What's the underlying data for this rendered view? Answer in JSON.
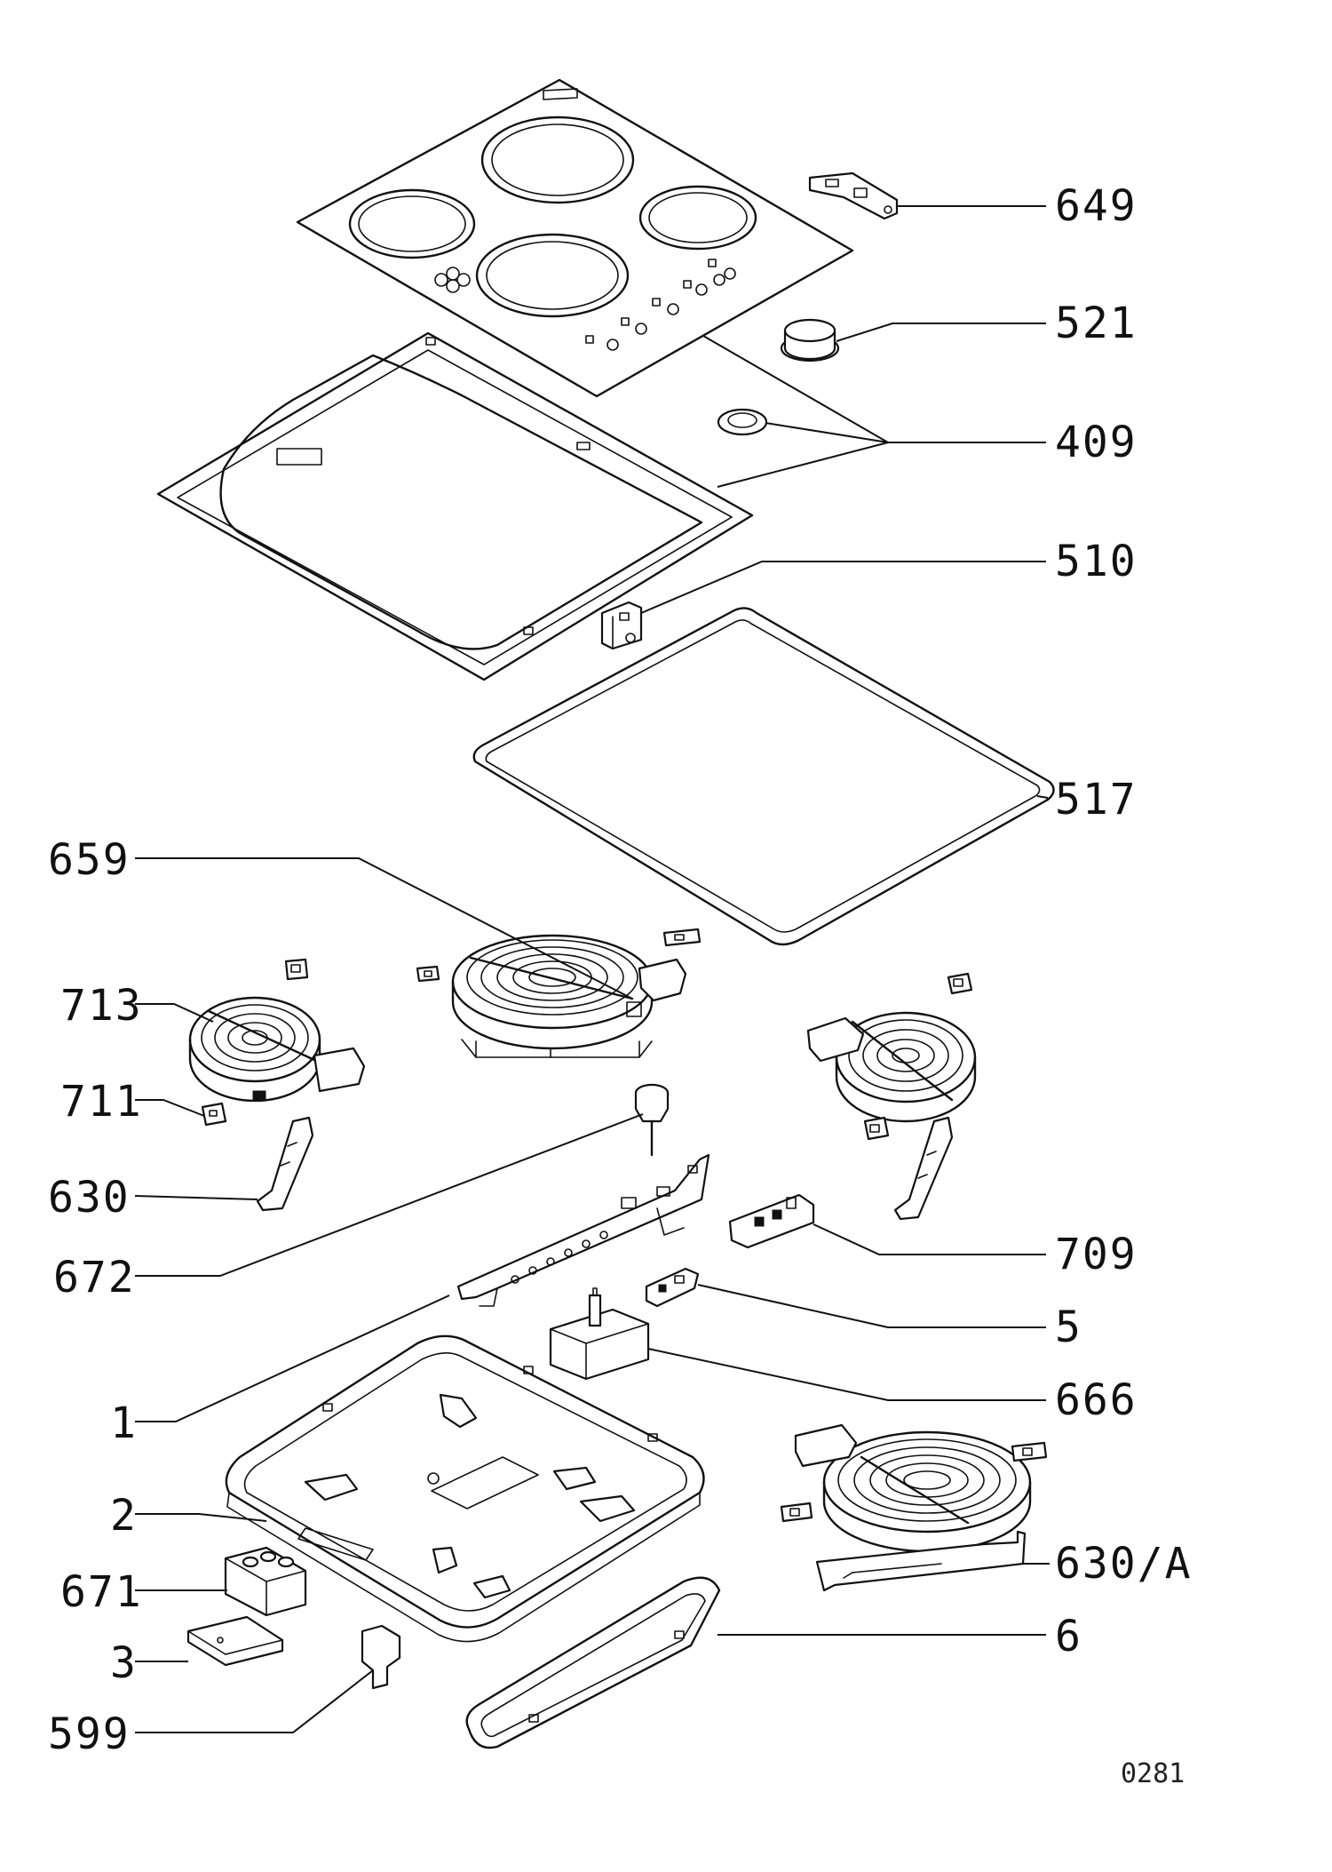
{
  "diagram": {
    "callouts": [
      {
        "id": "649",
        "text": "649"
      },
      {
        "id": "521",
        "text": "521"
      },
      {
        "id": "409",
        "text": "409"
      },
      {
        "id": "510",
        "text": "510"
      },
      {
        "id": "517",
        "text": "517"
      },
      {
        "id": "659",
        "text": "659"
      },
      {
        "id": "713",
        "text": "713"
      },
      {
        "id": "711",
        "text": "711"
      },
      {
        "id": "630",
        "text": "630"
      },
      {
        "id": "672",
        "text": "672"
      },
      {
        "id": "709",
        "text": "709"
      },
      {
        "id": "5",
        "text": "5"
      },
      {
        "id": "1",
        "text": "1"
      },
      {
        "id": "666",
        "text": "666"
      },
      {
        "id": "2",
        "text": "2"
      },
      {
        "id": "630a",
        "text": "630/A"
      },
      {
        "id": "671",
        "text": "671"
      },
      {
        "id": "6",
        "text": "6"
      },
      {
        "id": "3",
        "text": "3"
      },
      {
        "id": "599",
        "text": "599"
      }
    ],
    "drawing_code": "0281"
  }
}
